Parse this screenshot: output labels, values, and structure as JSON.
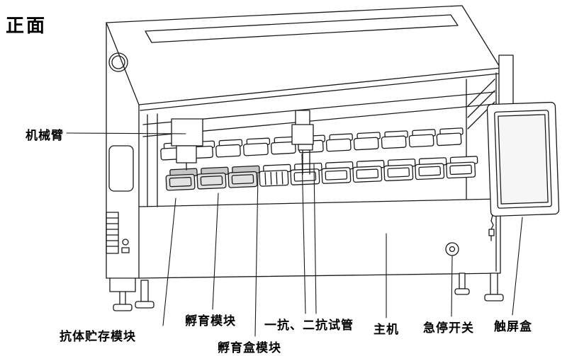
{
  "title": "正面",
  "labels": {
    "robot_arm": "机械臂",
    "antibody_storage_module": "抗体贮存模块",
    "incubation_module": "孵育模块",
    "incubation_box_module": "孵育盒模块",
    "primary_secondary_antibody_tubes": "一抗、二抗试管",
    "main_unit": "主机",
    "emergency_stop_switch": "急停开关",
    "touch_screen_box": "触屏盒"
  },
  "colors": {
    "line": "#1a1a1a",
    "dark_tray": "#c6c6c6",
    "background": "#ffffff"
  }
}
